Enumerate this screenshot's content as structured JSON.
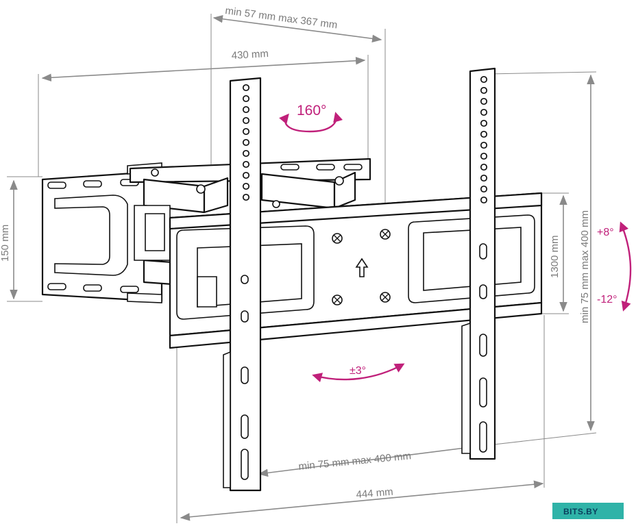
{
  "dimensions": {
    "depth_range": "min 57 mm max 367 mm",
    "arm_width": "430 mm",
    "wall_plate_height": "150 mm",
    "wall_plate_right_height": "1300 mm",
    "vertical_vesa": "min 75 mm max 400 mm",
    "horizontal_vesa": "min 75 mm max 400 mm",
    "overall_width": "444 mm"
  },
  "angles": {
    "swivel": "160°",
    "rotation": "±3°",
    "tilt_up": "+8°",
    "tilt_down": "-12°"
  },
  "watermark": {
    "text": "BITS.BY",
    "colors": {
      "background": "#2fb3a8",
      "text": "#0a3e5c"
    }
  },
  "colors": {
    "line": "#111111",
    "dimension": "#8a8a8a",
    "angle_accent": "#c0207a"
  }
}
